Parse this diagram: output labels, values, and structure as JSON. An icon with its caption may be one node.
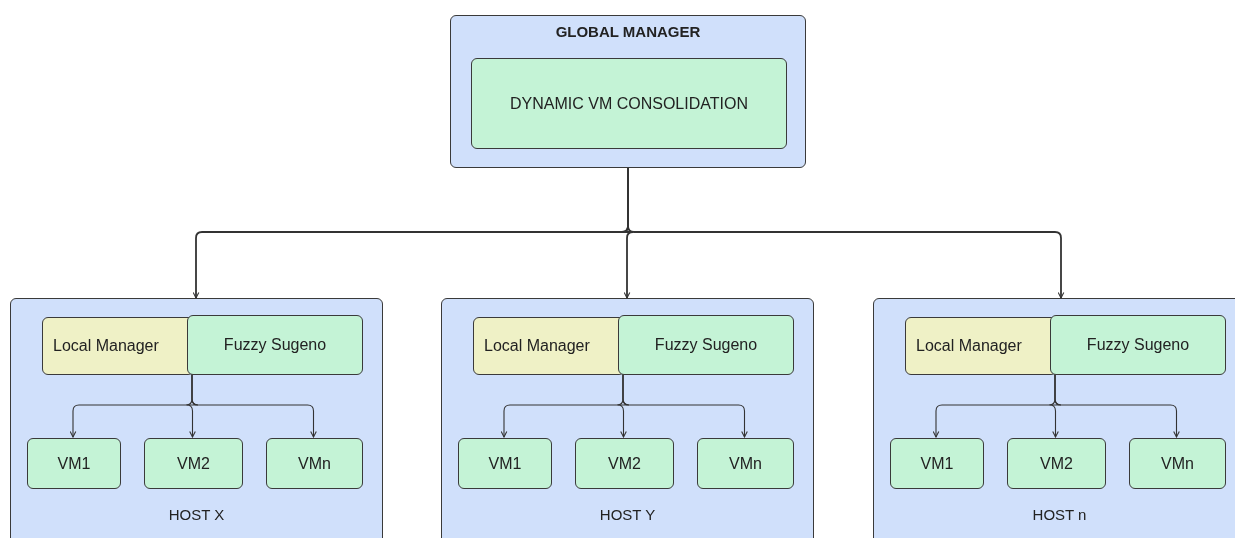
{
  "diagram": {
    "nodes": [
      {
        "text": [
          "GLOBAL MANAGER"
        ]
      },
      {
        "text": [
          "DYNAMIC VM CONSOLIDATION"
        ],
        "in": 0
      },
      {
        "text": [
          "HOST X"
        ]
      },
      {
        "text": [
          "Local Manager"
        ],
        "in": 2
      },
      {
        "text": [
          "Fuzzy Sugeno"
        ],
        "in": 2
      },
      {
        "text": [
          "VM1"
        ],
        "in": 2
      },
      {
        "text": [
          "VM2"
        ],
        "in": 2
      },
      {
        "text": [
          "VMn"
        ],
        "in": 2
      },
      {
        "text": [
          "HOST Y"
        ]
      },
      {
        "text": [
          "Local Manager"
        ],
        "in": 8
      },
      {
        "text": [
          "Fuzzy Sugeno"
        ],
        "in": 8
      },
      {
        "text": [
          "VM1"
        ],
        "in": 8
      },
      {
        "text": [
          "VM2"
        ],
        "in": 8
      },
      {
        "text": [
          "VMn"
        ],
        "in": 8
      },
      {
        "text": [
          "HOST n"
        ]
      },
      {
        "text": [
          "Local Manager"
        ],
        "in": 14
      },
      {
        "text": [
          "Fuzzy Sugeno"
        ],
        "in": 14
      },
      {
        "text": [
          "VM1"
        ],
        "in": 14
      },
      {
        "text": [
          "VM2"
        ],
        "in": 14
      },
      {
        "text": [
          "VMn"
        ],
        "in": 14
      }
    ],
    "edges": [
      {
        "from": 0,
        "to": 2,
        "arrow": "to"
      },
      {
        "from": 0,
        "to": 8,
        "arrow": "to"
      },
      {
        "from": 0,
        "to": 14,
        "arrow": "to"
      },
      {
        "from": 4,
        "to": 5,
        "arrow": "to"
      },
      {
        "from": 4,
        "to": 6,
        "arrow": "to"
      },
      {
        "from": 4,
        "to": 7,
        "arrow": "to"
      },
      {
        "from": 10,
        "to": 11,
        "arrow": "to"
      },
      {
        "from": 10,
        "to": 12,
        "arrow": "to"
      },
      {
        "from": 10,
        "to": 13,
        "arrow": "to"
      },
      {
        "from": 16,
        "to": 17,
        "arrow": "to"
      },
      {
        "from": 16,
        "to": 18,
        "arrow": "to"
      },
      {
        "from": 16,
        "to": 19,
        "arrow": "to"
      }
    ]
  }
}
